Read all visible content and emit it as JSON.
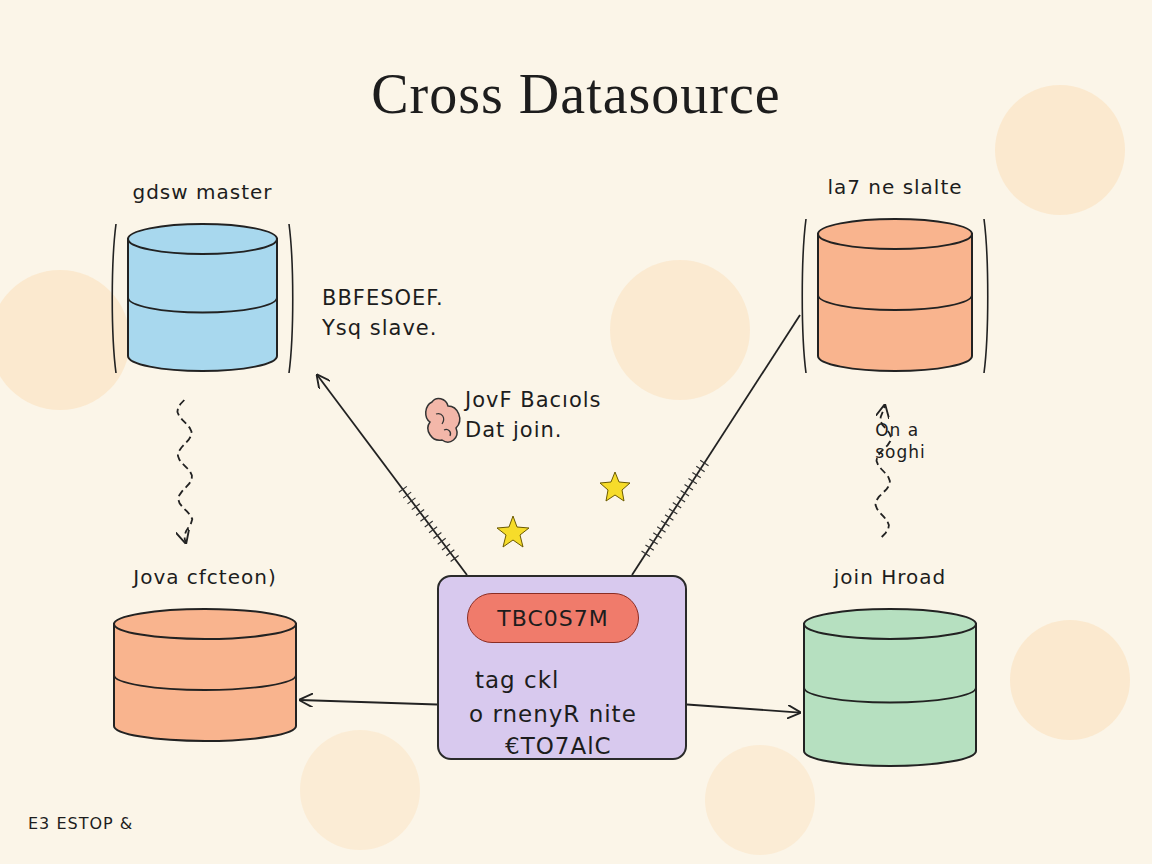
{
  "diagram": {
    "title": "Cross Datasource",
    "nodes": [
      {
        "text": [
          "gdsw master"
        ]
      },
      {
        "text": [
          "la7 ne slalte"
        ]
      },
      {
        "text": [
          "Jova cfcteon)"
        ]
      },
      {
        "text": [
          "tag ckl",
          "o rnenyR nite",
          "€TO7AlC"
        ]
      },
      {
        "text": [
          "TBC0S7M"
        ],
        "in": 3
      },
      {
        "text": [
          "join Hroad"
        ]
      }
    ],
    "edges": [
      {
        "from": 3,
        "to": 0,
        "arrow": "to"
      },
      {
        "from": 3,
        "to": 1,
        "arrow": "none"
      },
      {
        "from": 3,
        "to": 2,
        "arrow": "to"
      },
      {
        "from": 3,
        "to": 5,
        "arrow": "to"
      },
      {
        "from": 0,
        "to": 2,
        "arrow": "to"
      },
      {
        "from": 5,
        "to": 1,
        "arrow": "to",
        "label": "On a soghi"
      }
    ],
    "labels": [
      "BBFESOEF. Ysq slave.",
      "JovF Bacıols Dat join.",
      "E3 ESTOP &"
    ]
  }
}
